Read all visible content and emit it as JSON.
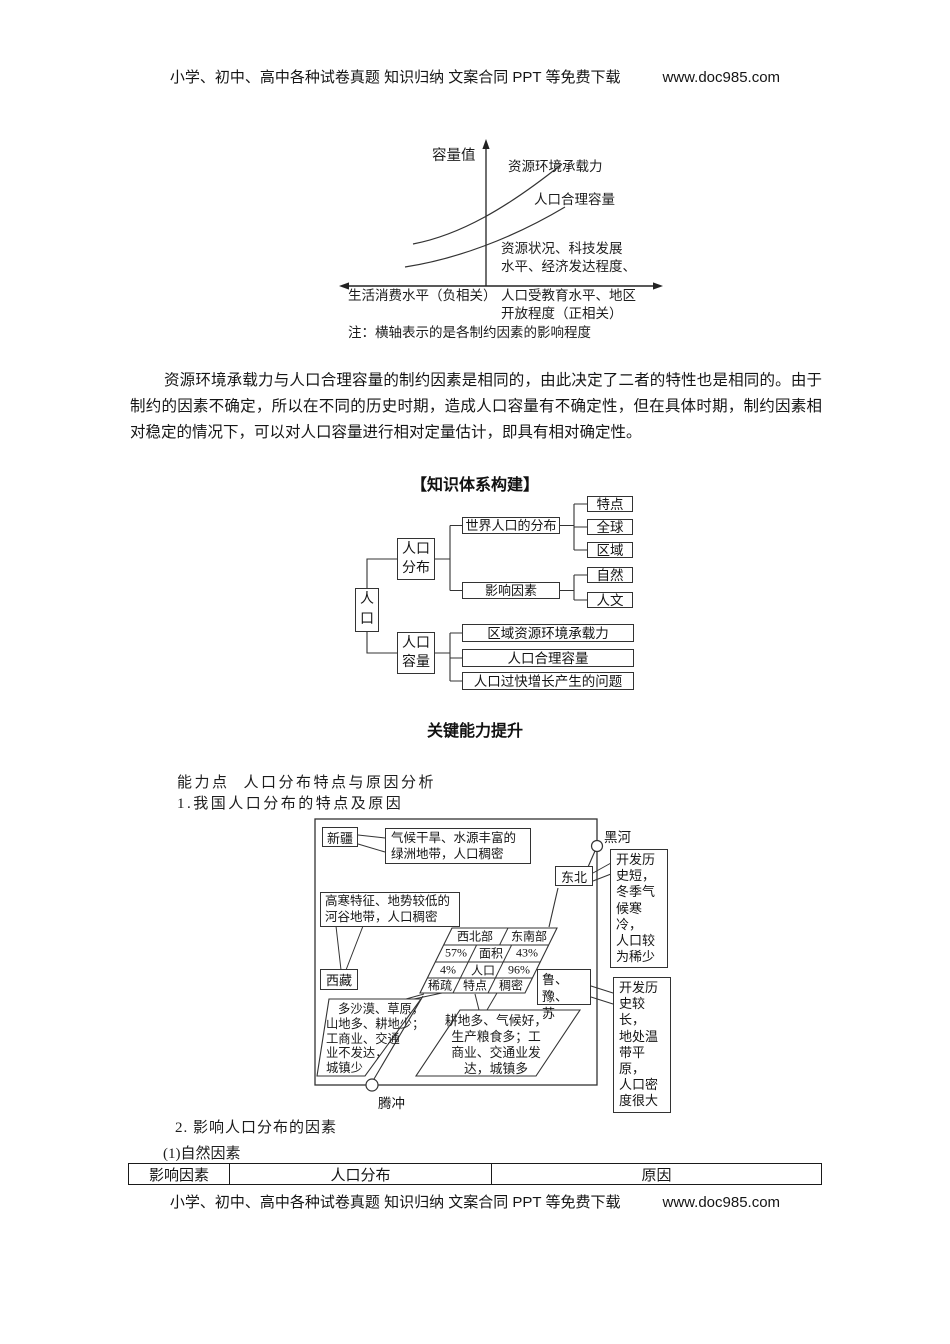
{
  "page_header": {
    "text": "小学、初中、高中各种试卷真题  知识归纳  文案合同  PPT 等免费下载",
    "url": "www.doc985.com"
  },
  "page_footer": {
    "text": "小学、初中、高中各种试卷真题  知识归纳  文案合同  PPT 等免费下载",
    "url": "www.doc985.com"
  },
  "capacity_chart": {
    "type": "line",
    "y_axis_label": "容量值",
    "curve_labels": [
      "资源环境承载力",
      "人口合理容量"
    ],
    "x_left_label": "生活消费水平（负相关）",
    "x_right_label_lines": [
      "资源状况、科技发展",
      "水平、经济发达程度、",
      "人口受教育水平、地区",
      "开放程度（正相关）"
    ],
    "note": "注：横轴表示的是各制约因素的影响程度"
  },
  "summary_paragraph": "资源环境承载力与人口合理容量的制约因素是相同的，由此决定了二者的特性也是相同的。由于制约的因素不确定，所以在不同的历史时期，造成人口容量有不确定性，但在具体时期，制约因素相对稳定的情况下，可以对人口容量进行相对定量估计，即具有相对确定性。",
  "knowledge_map": {
    "title": "【知识体系构建】",
    "root": "人口",
    "branch_distribution": "人口分布",
    "world_distribution": "世界人口的分布",
    "world_items": [
      "特点",
      "全球",
      "区域"
    ],
    "influence_factors": "影响因素",
    "factor_items": [
      "自然",
      "人文"
    ],
    "branch_capacity": "人口容量",
    "capacity_items": [
      "区域资源环境承载力",
      "人口合理容量",
      "人口过快增长产生的问题"
    ]
  },
  "ability_section": {
    "heading": "关键能力提升",
    "ability_label": "能力点",
    "ability_title": "人口分布特点与原因分析",
    "item1": "1.我国人口分布的特点及原因",
    "item2": "2.  影响人口分布的因素",
    "item2_sub": "(1)自然因素"
  },
  "china_diagram": {
    "line_north": "黑河",
    "line_south": "腾冲",
    "xinjiang": "新疆",
    "xinjiang_note": [
      "气候干旱、水源丰富的",
      "绿洲地带，人口稠密"
    ],
    "northeast": "东北",
    "northeast_note": [
      "开发历",
      "史短，",
      "冬季气",
      "候寒冷，",
      "人口较",
      "为稀少"
    ],
    "plateau_note": [
      "高寒特征、地势较低的",
      "河谷地带，人口稠密"
    ],
    "tibet": "西藏",
    "lu_yu_su": [
      "鲁、豫、",
      "苏"
    ],
    "lu_yu_su_note": [
      "开发历",
      "史较长，",
      "地处温",
      "带平原，",
      "人口密",
      "度很大"
    ],
    "northwest_note": [
      "多沙漠、草原，",
      "山地多、耕地少；",
      "工商业、交通",
      "业不发达，",
      "城镇少"
    ],
    "southeast_note": [
      "耕地多、气候好，",
      "生产粮食多；工",
      "商业、交通业发",
      "达，城镇多"
    ],
    "table": {
      "col_headers": [
        "西北部",
        "东南部"
      ],
      "row_headers": [
        "面积",
        "人口",
        "特点"
      ],
      "northwest_values": [
        "57%",
        "4%",
        "稀疏"
      ],
      "southeast_values": [
        "43%",
        "96%",
        "稠密"
      ]
    }
  },
  "factor_table": {
    "headers": [
      "影响因素",
      "人口分布",
      "原因"
    ]
  }
}
